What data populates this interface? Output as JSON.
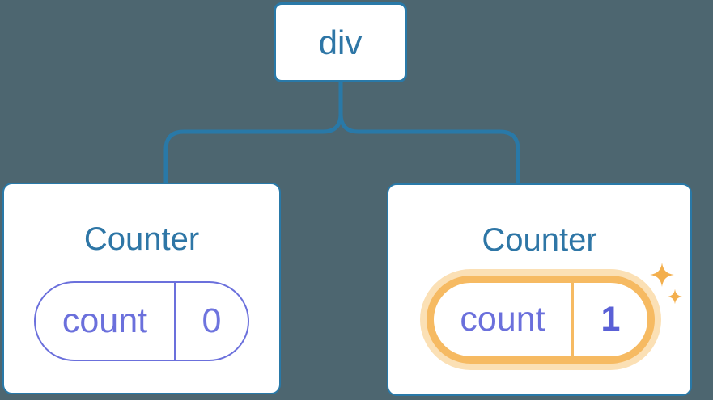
{
  "colors": {
    "background": "#4D6670",
    "blue": "#2979A8",
    "blue_text": "#2E76A6",
    "purple": "#6B70DC",
    "purple_value": "#6E74DE",
    "purple_bold": "#5A60D6",
    "orange": "#F6BA62",
    "orange_glow": "#FBE0B5",
    "sparkle": "#F3AF4D",
    "card_bg": "#FFFFFF"
  },
  "tree": {
    "root": {
      "label": "div"
    },
    "children": [
      {
        "title": "Counter",
        "state_key": "count",
        "state_value": "0",
        "highlighted": false
      },
      {
        "title": "Counter",
        "state_key": "count",
        "state_value": "1",
        "highlighted": true
      }
    ]
  }
}
